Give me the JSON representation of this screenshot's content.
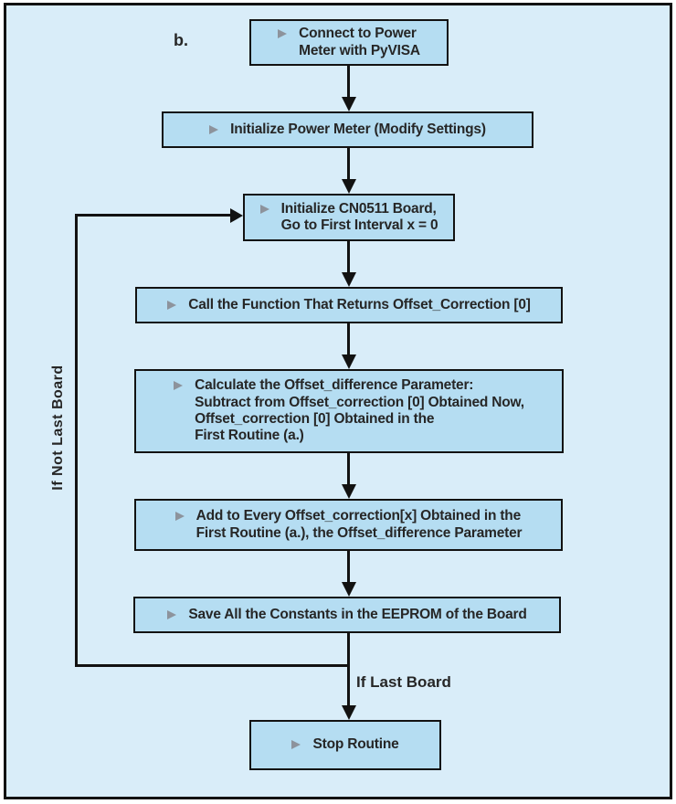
{
  "figure": {
    "panel_label": "b.",
    "colors": {
      "canvas": "#ffffff",
      "background": "#d9edf9",
      "node_fill": "#b5ddf2",
      "line": "#121212",
      "text": "#262626",
      "bullet": "#8d939c"
    },
    "nodes": [
      {
        "id": "connect-power-meter",
        "text": "Connect to Power\nMeter with PyVISA"
      },
      {
        "id": "initialize-power-meter",
        "text": "Initialize Power Meter (Modify Settings)"
      },
      {
        "id": "initialize-cn0511-board",
        "text": "Initialize CN0511 Board,\nGo to First Interval x = 0"
      },
      {
        "id": "call-offset-correction-function",
        "text": "Call the Function That Returns Offset_Correction [0]"
      },
      {
        "id": "calculate-offset-difference",
        "text": "Calculate the Offset_difference Parameter:\nSubtract from Offset_correction [0] Obtained Now,\nOffset_correction [0] Obtained in the\nFirst Routine (a.)"
      },
      {
        "id": "add-offset-difference",
        "text": "Add to Every Offset_correction[x] Obtained in the\nFirst Routine (a.), the Offset_difference Parameter"
      },
      {
        "id": "save-constants-eeprom",
        "text": "Save All the Constants in the EEPROM of the Board"
      },
      {
        "id": "stop-routine",
        "text": "Stop Routine"
      }
    ],
    "edge_labels": {
      "loop": "If Not Last Board",
      "end": "If Last Board"
    }
  }
}
